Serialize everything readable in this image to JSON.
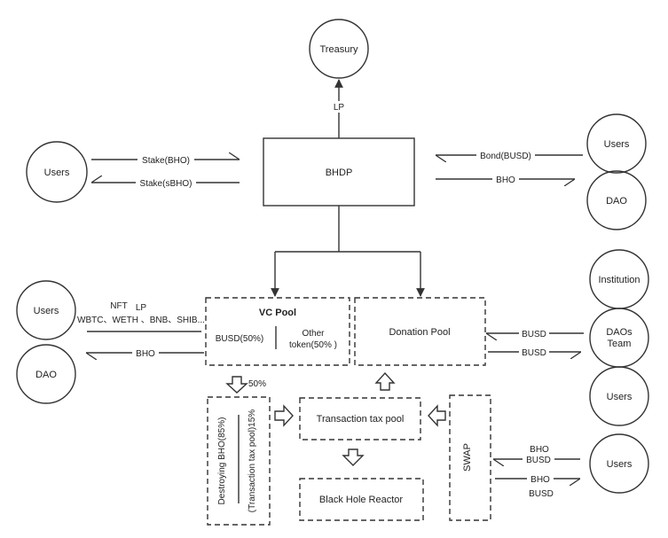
{
  "colors": {
    "stroke": "#333333",
    "text": "#222222",
    "background": "#ffffff"
  },
  "nodes": {
    "treasury": "Treasury",
    "bhdp": "BHDP",
    "users_left_top": "Users",
    "users_right_top": "Users",
    "dao_right_top": "DAO",
    "users_left_mid": "Users",
    "dao_left_mid": "DAO",
    "vc_pool": "VC Pool",
    "busd_50": "BUSD(50%)",
    "other_token_line1": "Other",
    "other_token_line2": "token(50% )",
    "donation_pool": "Donation Pool",
    "institution": "Institution",
    "daos_team_line1": "DAOs",
    "daos_team_line2": "Team",
    "users_right_mid": "Users",
    "users_right_bottom": "Users",
    "transaction_tax_pool": "Transaction tax pool",
    "black_hole_reactor": "Black Hole Reactor",
    "swap": "SWAP",
    "destroying_bho": "Destroying BHO(85%)",
    "transaction_tax_pool_15": "(Transaction tax pool)15%"
  },
  "labels": {
    "lp_top": "LP",
    "stake_bho": "Stake(BHO)",
    "stake_sbho": "Stake(sBHO)",
    "bond_busd": "Bond(BUSD)",
    "bho_right_top": "BHO",
    "nft": "NFT",
    "lp_mid": "LP",
    "tokens_list": "WBTC、WETH 、BNB、SHIB...",
    "bho_left_mid": "BHO",
    "busd_in": "BUSD",
    "busd_out": "BUSD",
    "fifty_percent": "50%",
    "swap_bho_in": "BHO",
    "swap_busd_in": "BUSD",
    "swap_bho_out": "BHO",
    "swap_busd_out": "BUSD"
  }
}
